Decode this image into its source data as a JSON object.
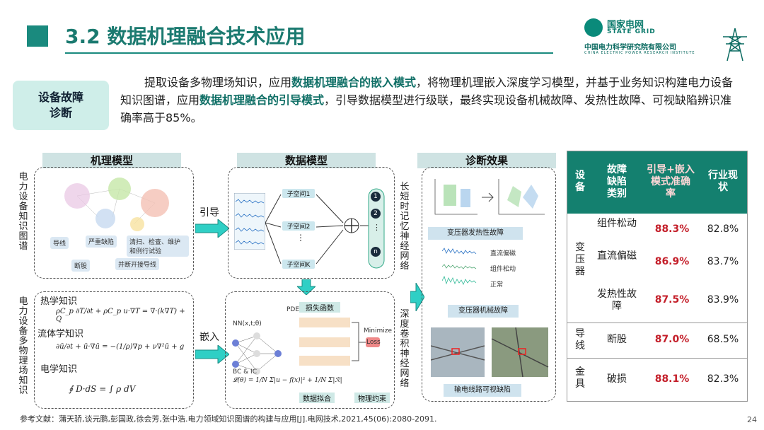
{
  "header": {
    "title": "3.2 数据机理融合技术应用",
    "logo_cn": "国家电网",
    "logo_en": "STATE GRID",
    "org_cn": "中国电力科学研究院有限公司",
    "org_en": "CHINA ELECTRIC POWER RESEARCH INSTITUTE"
  },
  "tag": {
    "line1": "设备故障",
    "line2": "诊断"
  },
  "intro": {
    "p1": "提取设备多物理场知识，应用",
    "h1": "数据机理融合的嵌入模式",
    "p2": "，将物理机理嵌入深度学习模型，并基于业务知识构建电力设备知识图谱，应用",
    "h2": "数据机理融合的引导模式",
    "p3": "，引导数据模型进行级联，最终实现设备机械故障、发热性故障、可视缺陷辨识准确率高于85%。"
  },
  "sections": {
    "mechanism": "机理模型",
    "data": "数据模型",
    "diagnosis": "诊断效果"
  },
  "labels": {
    "kg_vertical": "电力设备知识图谱",
    "phys_vertical": "电力设备多物理场知识",
    "guide": "引导",
    "embed": "嵌入",
    "lstm_vertical": "长短时记忆神经网络",
    "cnn_vertical": "深度卷积神经网络"
  },
  "kg_nodes": {
    "a": "导线",
    "b": "严重缺陷",
    "c": "清扫、检查、维护和例行试验",
    "d": "断股",
    "e": "并断开接导线"
  },
  "physics": {
    "thermal": "热学知识",
    "thermal_eq": "ρC_p ∂T/∂t + ρC_p u·∇T = ∇·(k∇T) + Q",
    "fluid": "流体学知识",
    "fluid_eq": "∂ū/∂t + ū·∇ū = −(1/ρ)∇p + ν∇²ū + g",
    "em": "电学知识",
    "em_eq": "∮ D·dS = ∫ ρ dV"
  },
  "lstm": {
    "subspaces": [
      "子空间1",
      "子空间2",
      "子空间K"
    ],
    "dots": "⋮",
    "outputs": [
      "1",
      "2",
      "n"
    ]
  },
  "pinn": {
    "nn": "NN(x,t;θ)",
    "pde": "PDE(λ)",
    "loss_fn": "损失函数",
    "bc": "BC & IC",
    "loss": "Loss",
    "minimize": "Minimize",
    "fit": "数据拟合",
    "phys_constraint": "物理约束"
  },
  "diagnosis": {
    "thermal_fault": "变压器发热性故障",
    "mech_fault": "变压器机械故障",
    "line_defect": "输电线路可视缺陷",
    "legend": [
      "直流偏磁",
      "组件松动",
      "正常"
    ]
  },
  "table": {
    "headers": [
      "设备",
      "故障缺陷类别",
      "引导+嵌入模式准确率",
      "行业现状"
    ],
    "groups": [
      {
        "device": "变压器",
        "rows": [
          {
            "type": "组件松动",
            "acc": "88.3%",
            "ind": "82.8%"
          },
          {
            "type": "直流偏磁",
            "acc": "86.9%",
            "ind": "83.7%"
          },
          {
            "type": "发热性故障",
            "acc": "87.5%",
            "ind": "83.9%"
          }
        ]
      },
      {
        "device": "导线",
        "rows": [
          {
            "type": "断股",
            "acc": "87.0%",
            "ind": "68.5%"
          }
        ]
      },
      {
        "device": "金具",
        "rows": [
          {
            "type": "破损",
            "acc": "88.1%",
            "ind": "82.3%"
          }
        ]
      }
    ]
  },
  "footer": {
    "reference": "参考文献：蒲天骄,谈元鹏,彭国政,徐会芳,张中浩.电力领域知识图谱的构建与应用[J].电网技术,2021,45(06):2080-2091.",
    "page": "24"
  },
  "colors": {
    "teal": "#14806f",
    "accent_red": "#c41f2a",
    "light_teal": "#cfeee9"
  }
}
